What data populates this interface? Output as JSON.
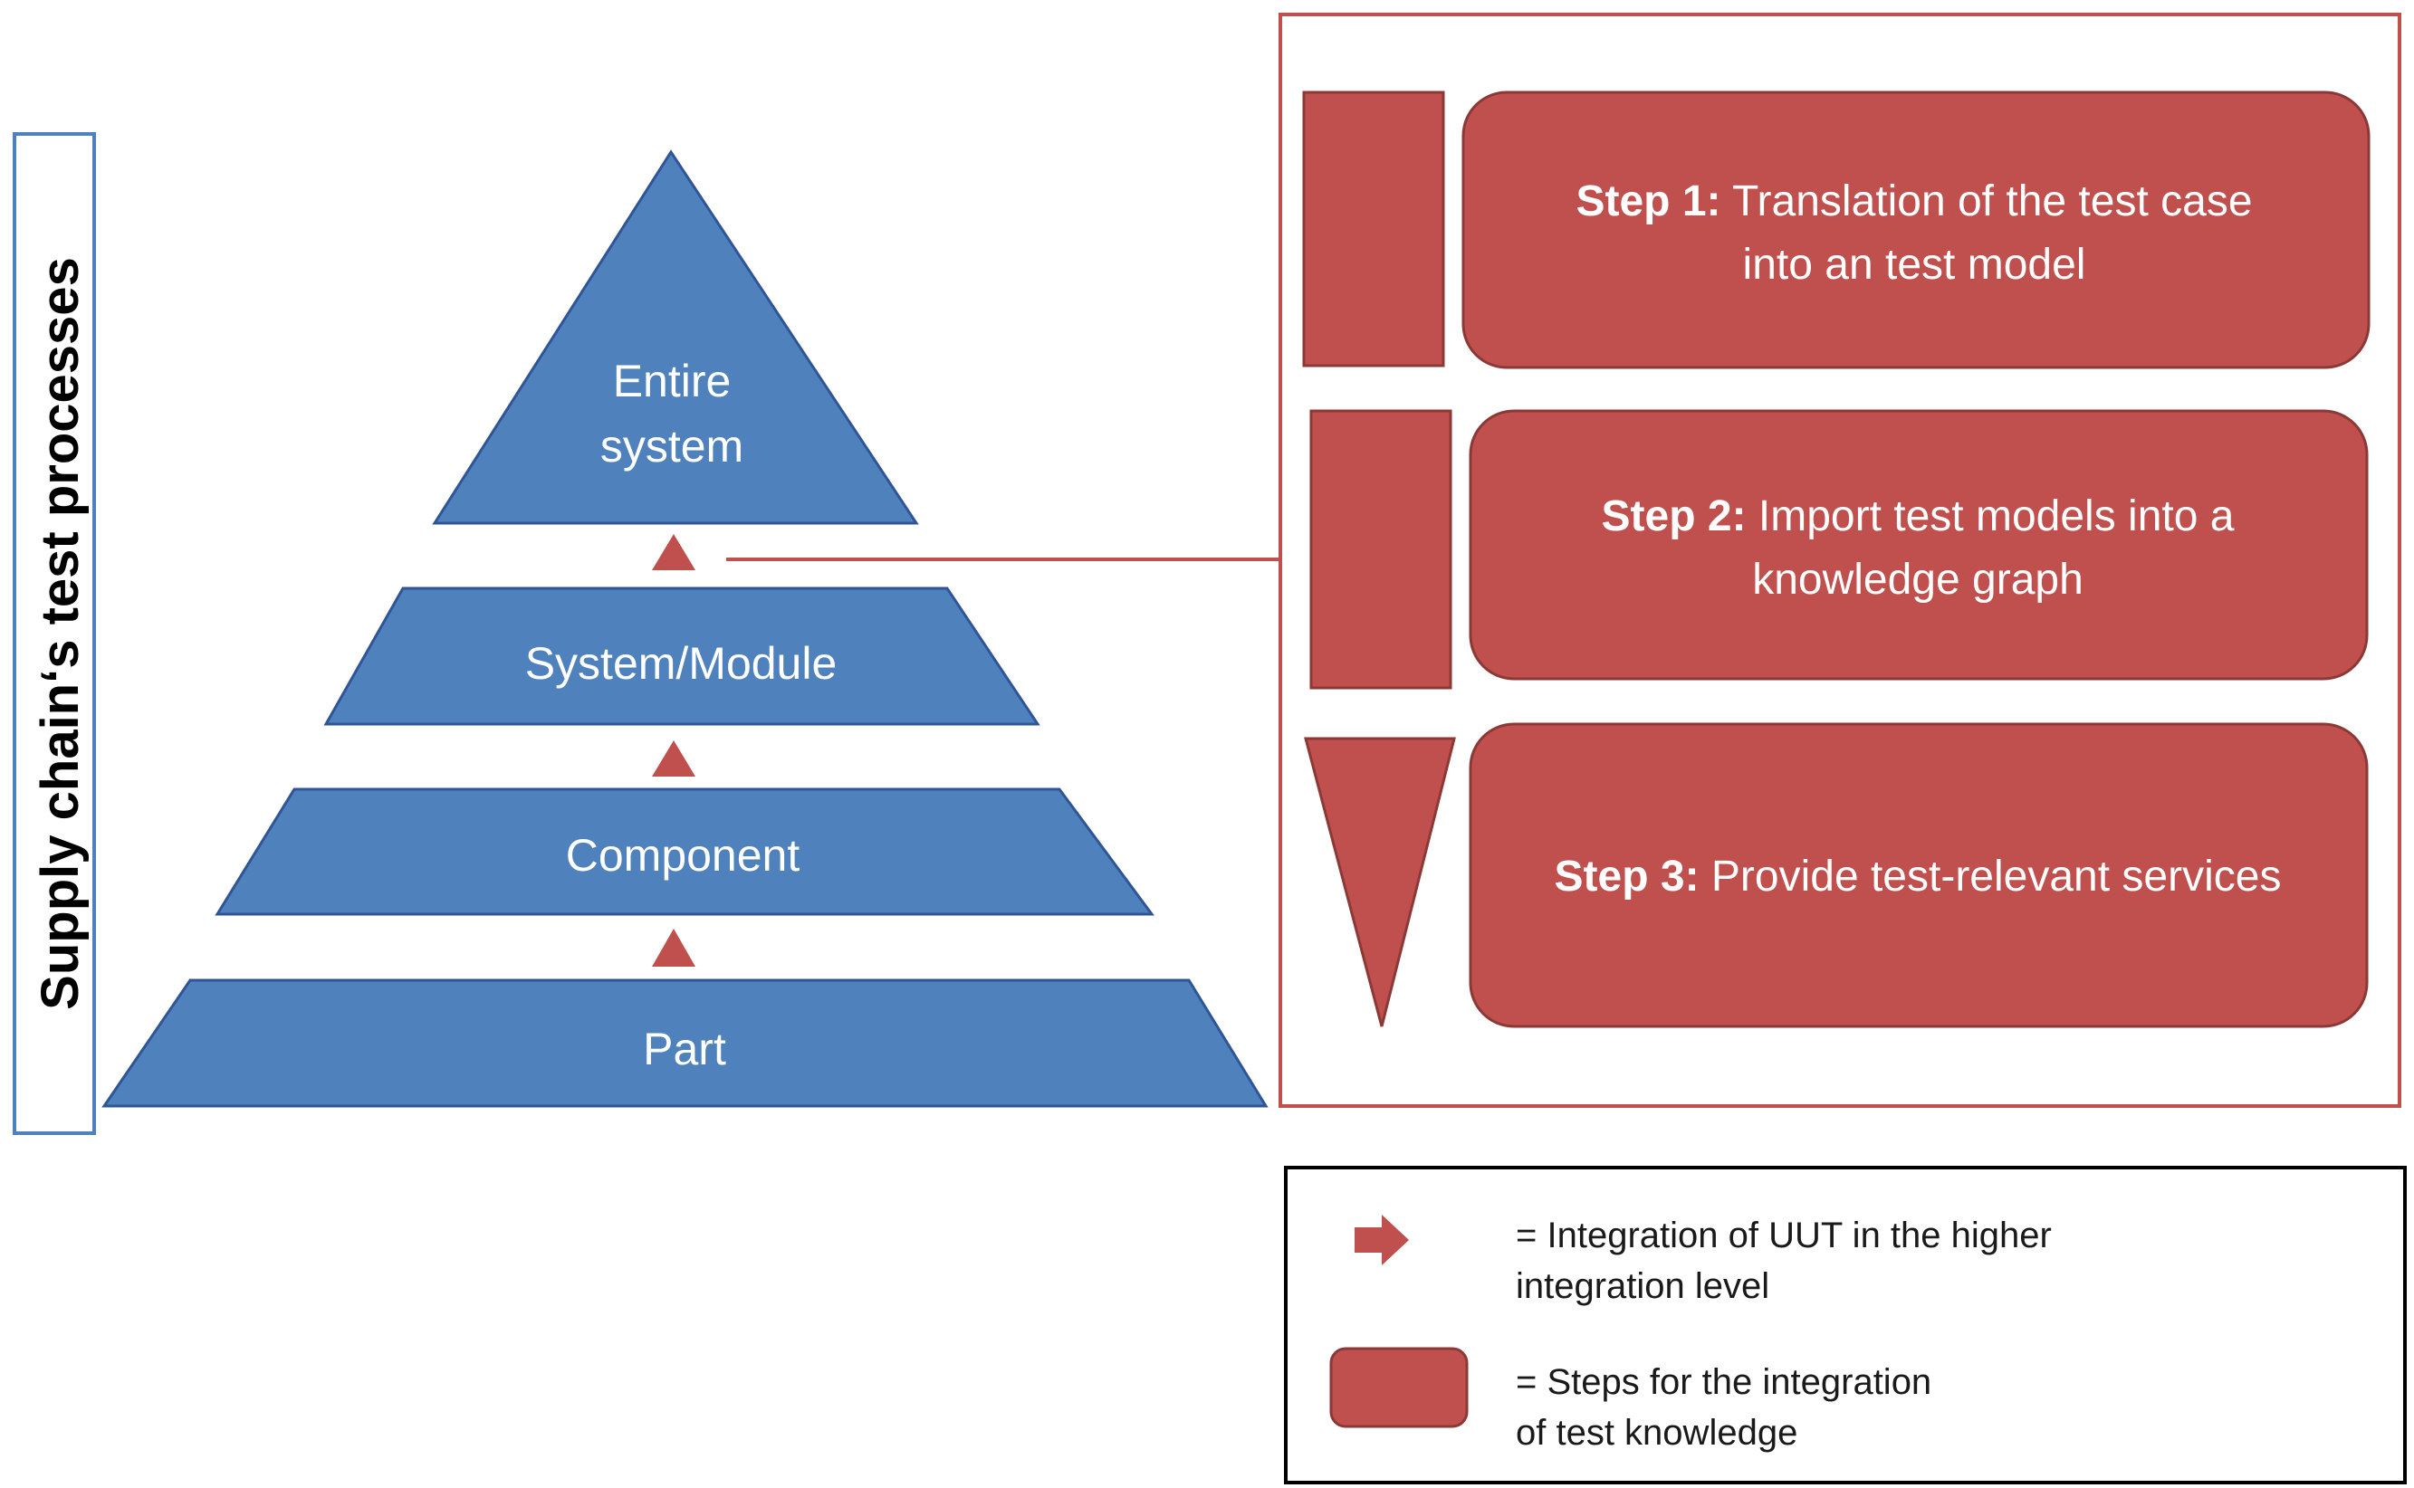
{
  "side_label": "Supply chain‘s test processes",
  "pyramid": {
    "levels": [
      "Entire",
      "system",
      "System/Module",
      "Component",
      "Part"
    ]
  },
  "steps": [
    {
      "bold": "Step 1:",
      "lines": [
        " Translation of the test case",
        "into an test model"
      ]
    },
    {
      "bold": "Step 2:",
      "lines": [
        " Import test models into a",
        "knowledge graph"
      ]
    },
    {
      "bold": "Step 3:",
      "lines": [
        " Provide test-relevant services"
      ]
    }
  ],
  "legend": {
    "arrow_lines": [
      "= Integration of UUT in the higher",
      "integration level"
    ],
    "steps_lines": [
      "= Steps for the integration",
      "of test knowledge"
    ]
  },
  "colors": {
    "pyramid_fill": "#4f81bd",
    "pyramid_stroke": "#2f5597",
    "step_fill": "#c0504d",
    "step_stroke": "#8c3836",
    "frame": "#c0504d",
    "side_frame": "#4f81bd"
  }
}
